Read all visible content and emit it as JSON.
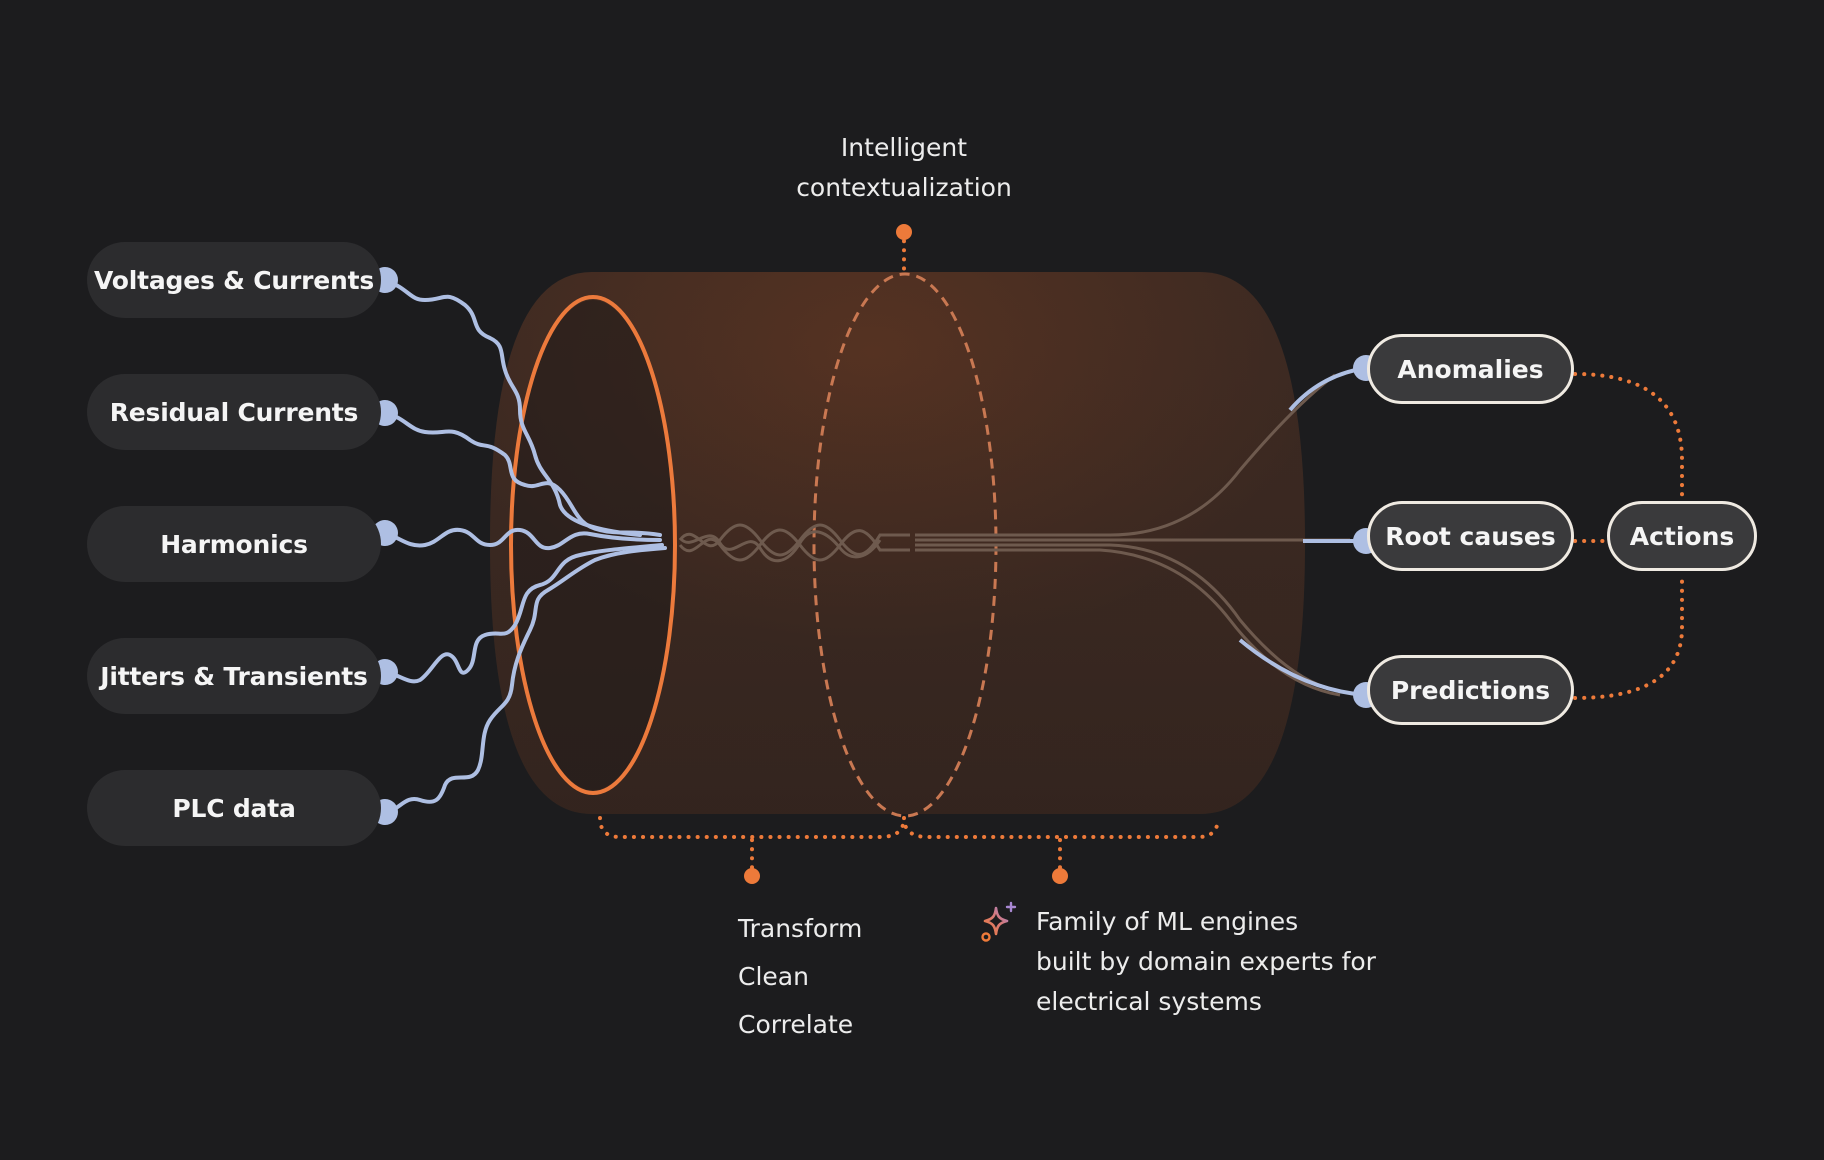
{
  "sources": [
    {
      "label": "Voltages & Currents"
    },
    {
      "label": "Residual Currents"
    },
    {
      "label": "Harmonics"
    },
    {
      "label": "Jitters & Transients"
    },
    {
      "label": "PLC data"
    }
  ],
  "contextualization": {
    "line1": "Intelligent",
    "line2": "contextualization"
  },
  "steps": [
    "Transform",
    "Clean",
    "Correlate"
  ],
  "engines": {
    "line1": "Family of ML engines",
    "line2": "built by domain experts for",
    "line3": "electrical systems",
    "icon": "sparkle-icon"
  },
  "outputs": {
    "anomalies": "Anomalies",
    "root_causes": "Root causes",
    "predictions": "Predictions",
    "actions": "Actions"
  },
  "colors": {
    "background": "#1c1c1e",
    "source_pill": "#2c2c2e",
    "input_line": "#aebfe3",
    "accent_orange": "#ed7a3a",
    "cylinder": "#3f2a22",
    "output_pill": "#3a3a3c",
    "output_border": "#efeae2"
  }
}
